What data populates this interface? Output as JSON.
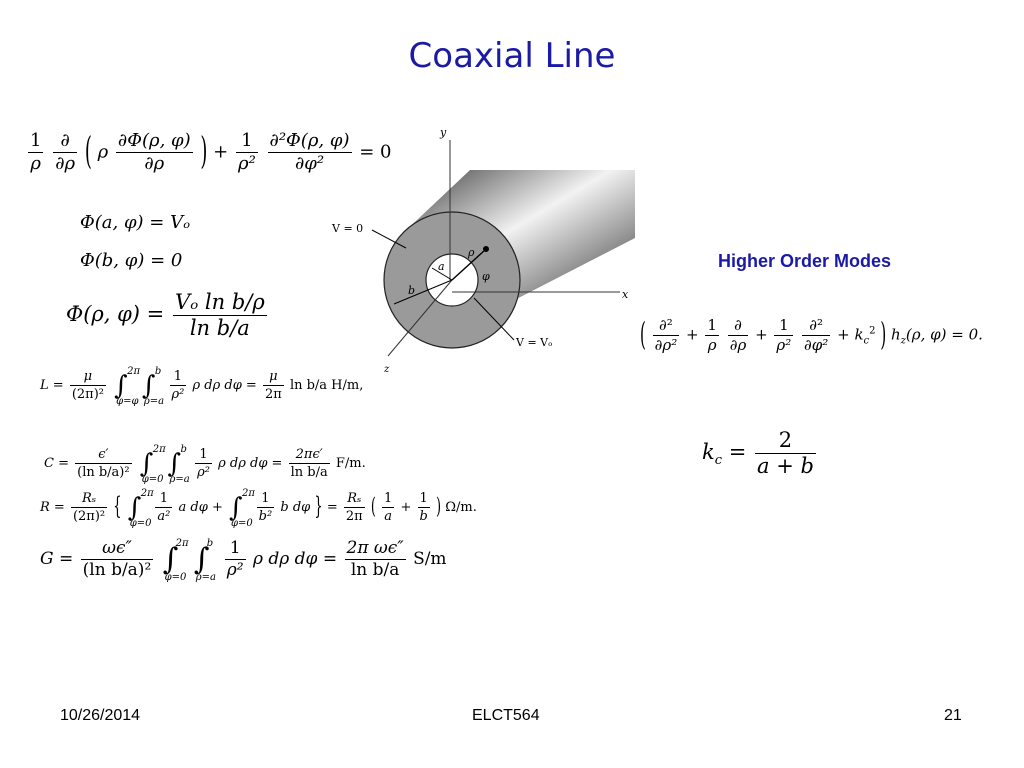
{
  "slide": {
    "title": "Coaxial Line",
    "subheading": "Higher Order Modes"
  },
  "equations": {
    "laplace": {
      "one": "1",
      "rho": "ρ",
      "partial": "∂",
      "d_rho": "∂ρ",
      "phi_func": "Φ(ρ, φ)",
      "d2": "∂²Φ(ρ, φ)",
      "rho2": "ρ²",
      "dphi2": "∂φ²",
      "equals_zero": "= 0",
      "plus": "+"
    },
    "bc1": "Φ(a, φ) = Vₒ",
    "bc2": "Φ(b, φ) = 0",
    "solution_lhs": "Φ(ρ, φ) =",
    "solution_num": "Vₒ ln b/ρ",
    "solution_den": "ln b/a",
    "L": {
      "lhs": "L =",
      "coef_num": "μ",
      "coef_den": "(2π)²",
      "int1_up": "2π",
      "int1_lo": "φ=φ",
      "int2_up": "b",
      "int2_lo": "ρ=a",
      "integrand_num": "1",
      "integrand_den": "ρ²",
      "tail": "ρ dρ dφ =",
      "res_num": "μ",
      "res_den": "2π",
      "unit": "ln b/a H/m,"
    },
    "C": {
      "lhs": "C =",
      "coef_num": "ϵ′",
      "coef_den": "(ln b/a)²",
      "int1_up": "2π",
      "int1_lo": "φ=0",
      "int2_up": "b",
      "int2_lo": "ρ=a",
      "integrand_num": "1",
      "integrand_den": "ρ²",
      "tail": "ρ dρ dφ =",
      "res_num": "2πϵ′",
      "res_den": "ln b/a",
      "unit": "F/m."
    },
    "R": {
      "lhs": "R =",
      "coef_num": "Rₛ",
      "coef_den": "(2π)²",
      "int1_up": "2π",
      "int1_lo": "φ=0",
      "t1_num": "1",
      "t1_den": "a²",
      "t1_tail": "a dφ +",
      "int2_up": "2π",
      "int2_lo": "φ=0",
      "t2_num": "1",
      "t2_den": "b²",
      "t2_tail": "b dφ",
      "mid": "=",
      "res_num": "Rₛ",
      "res_den": "2π",
      "a_num": "1",
      "a_den": "a",
      "plus": "+",
      "b_num": "1",
      "b_den": "b",
      "unit": "Ω/m."
    },
    "G": {
      "lhs": "G =",
      "coef_num": "ωϵ″",
      "coef_den": "(ln b/a)²",
      "int1_up": "2π",
      "int1_lo": "φ=0",
      "int2_up": "b",
      "int2_lo": "ρ=a",
      "integrand_num": "1",
      "integrand_den": "ρ²",
      "tail": "ρ dρ dφ =",
      "res_num": "2π ωϵ″",
      "res_den": "ln b/a",
      "unit": "S/m"
    },
    "helmholtz": {
      "d2a": "∂²",
      "drho2": "∂ρ²",
      "plus": "+",
      "one": "1",
      "rho": "ρ",
      "d": "∂",
      "drho": "∂ρ",
      "rho2": "ρ²",
      "d2b": "∂²",
      "dphi2": "∂φ²",
      "kc2": "+ k",
      "kc_sub": "c",
      "kc_sup": "2",
      "hz": "h",
      "hz_sub": "z",
      "hz_arg": "(ρ, φ) = 0."
    },
    "kc": {
      "lhs": "k",
      "lhs_sub": "c",
      "eq": "=",
      "num": "2",
      "den": "a + b"
    }
  },
  "figure": {
    "axis_y": "y",
    "axis_x": "x",
    "axis_z": "z",
    "label_v0": "V = 0",
    "label_vo": "V = Vₒ",
    "label_a": "a",
    "label_b": "b",
    "label_rho": "ρ",
    "label_phi": "φ"
  },
  "footer": {
    "date": "10/26/2014",
    "course": "ELCT564",
    "page": "21"
  }
}
